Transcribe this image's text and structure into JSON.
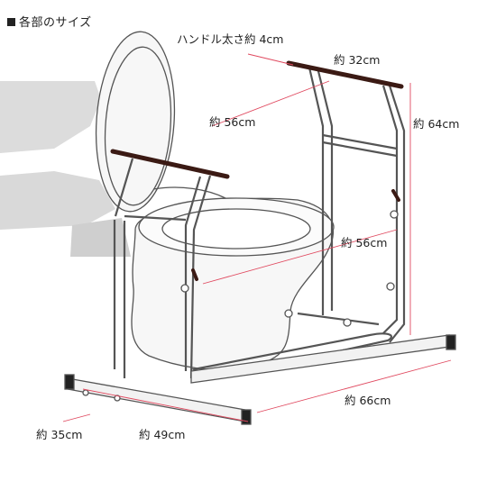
{
  "heading": "各部のサイズ",
  "labels": {
    "handle_thickness": "ハンドル太さ約 4cm",
    "handle_length": "約 32cm",
    "diagonal_length": "約 56cm",
    "height": "約 64cm",
    "inner_depth": "約 56cm",
    "base_depth": "約 66cm",
    "foot_width": "約 35cm",
    "inner_width": "約 49cm"
  },
  "colors": {
    "dimension_line": "#e0495f",
    "frame": "#555555",
    "grip": "#3b1a14",
    "toilet_fill": "#f7f7f7",
    "wall_shadow": "#dedede"
  }
}
